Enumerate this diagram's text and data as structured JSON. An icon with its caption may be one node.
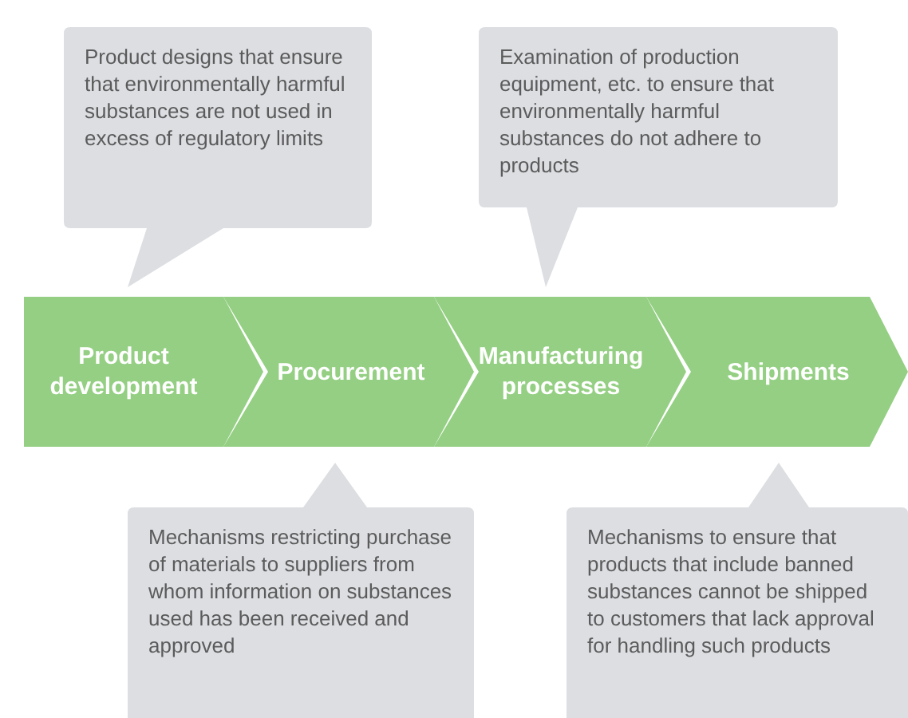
{
  "diagram": {
    "nodes": [
      {
        "text": [
          "Product designs that ensure that environmentally harmful substances are not used in excess of regulatory limits"
        ]
      },
      {
        "text": [
          "Examination of production equipment, etc. to ensure that environmentally harmful substances do not adhere to products"
        ]
      },
      {
        "text": [
          "Product development"
        ]
      },
      {
        "text": [
          "Procurement"
        ]
      },
      {
        "text": [
          "Manufacturing processes"
        ]
      },
      {
        "text": [
          "Shipments"
        ]
      },
      {
        "text": [
          "Mechanisms restricting purchase of materials to suppliers from whom information on substances used has been received and approved"
        ]
      },
      {
        "text": [
          "Mechanisms to ensure that products that include banned substances cannot be shipped to customers that lack approval for handling such products"
        ]
      }
    ]
  }
}
